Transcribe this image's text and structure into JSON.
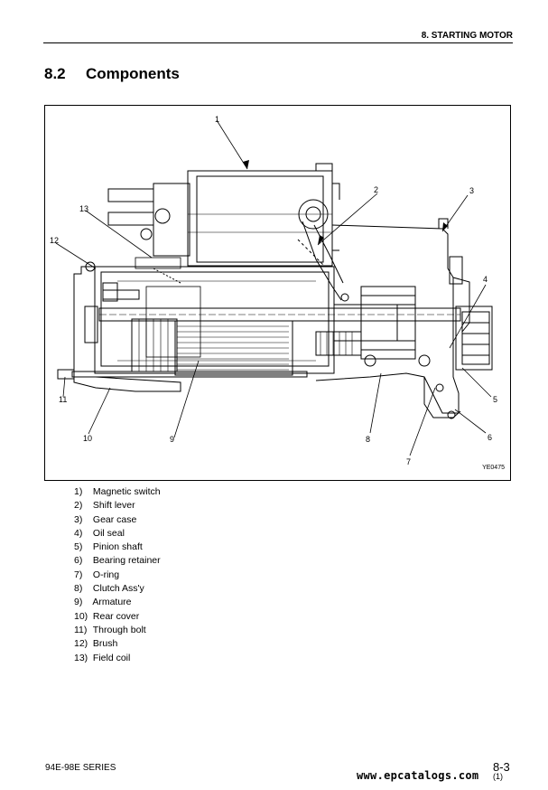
{
  "header": {
    "title": "8. STARTING MOTOR"
  },
  "section": {
    "number": "8.2",
    "title": "Components"
  },
  "figure": {
    "code": "YE0475",
    "callouts": [
      "1",
      "2",
      "3",
      "4",
      "5",
      "6",
      "7",
      "8",
      "9",
      "10",
      "11",
      "12",
      "13"
    ]
  },
  "legend": [
    {
      "num": "1)",
      "label": "Magnetic switch"
    },
    {
      "num": "2)",
      "label": "Shift lever"
    },
    {
      "num": "3)",
      "label": "Gear case"
    },
    {
      "num": "4)",
      "label": "Oil seal"
    },
    {
      "num": "5)",
      "label": "Pinion shaft"
    },
    {
      "num": "6)",
      "label": "Bearing retainer"
    },
    {
      "num": "7)",
      "label": "O-ring"
    },
    {
      "num": "8)",
      "label": "Clutch Ass'y"
    },
    {
      "num": "9)",
      "label": "Armature"
    },
    {
      "num": "10)",
      "label": "Rear cover"
    },
    {
      "num": "11)",
      "label": "Through bolt"
    },
    {
      "num": "12)",
      "label": "Brush"
    },
    {
      "num": "13)",
      "label": "Field coil"
    }
  ],
  "footer": {
    "series": "94E-98E SERIES",
    "page": "8-3",
    "watermark": "www.epcatalogs.com",
    "watermark_tail": "(1)"
  }
}
